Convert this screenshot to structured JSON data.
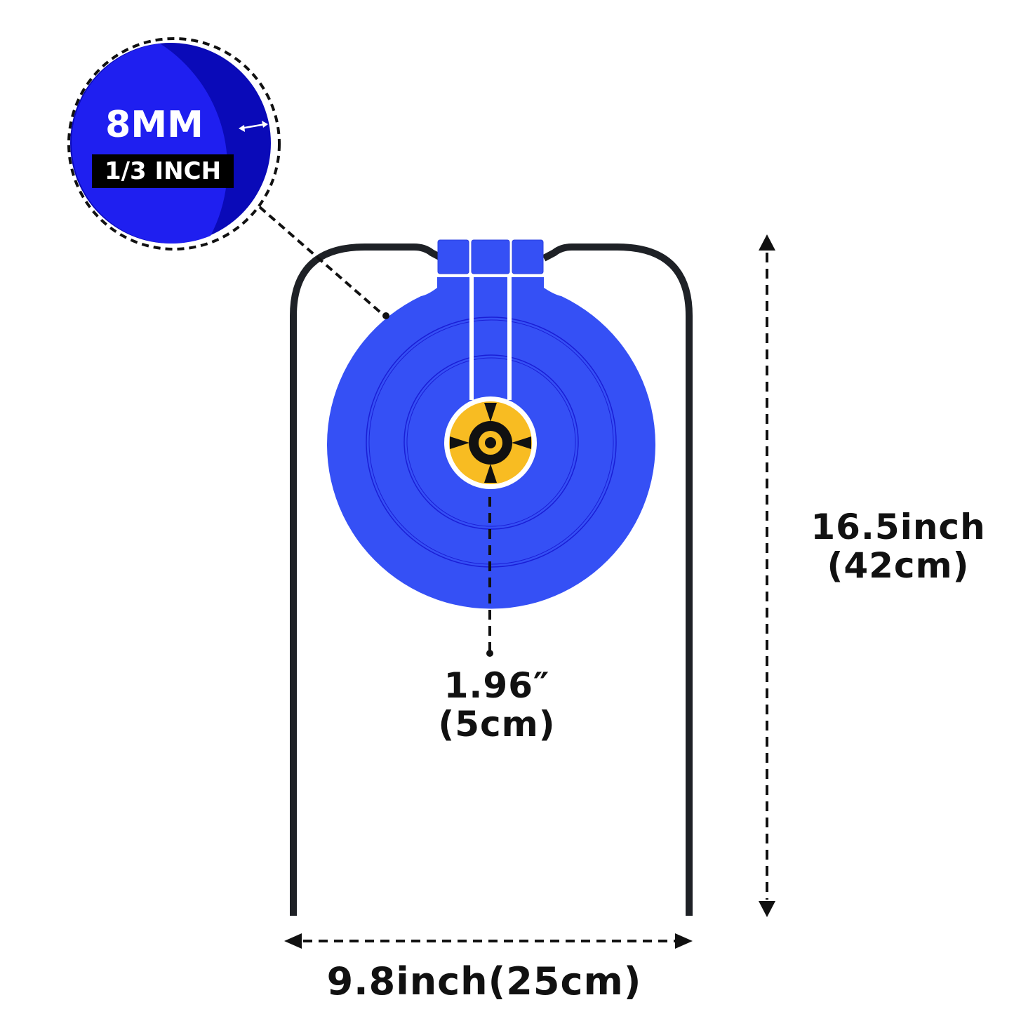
{
  "diagram": {
    "type": "product-dimension-diagram",
    "subject": "single steel target with hanging frame",
    "colors": {
      "target_blue": "#3550F5",
      "target_blue_dark": "#1A1FD6",
      "callout_blue": "#1F1FF0",
      "callout_blue_shadow": "#0A0AB8",
      "bullseye_yellow": "#F8BC22",
      "frame_black": "#1E2126",
      "annotation_black": "#000000",
      "background": "#FFFFFF"
    },
    "thickness_callout": {
      "value_mm": "8MM",
      "value_inch": "1/3 INCH"
    },
    "center_dimension": {
      "line1": "1.96″",
      "line2": "(5cm)"
    },
    "height_dimension": {
      "line1": "16.5inch",
      "line2": "(42cm)"
    },
    "width_dimension": {
      "label": "9.8inch(25cm)"
    }
  }
}
